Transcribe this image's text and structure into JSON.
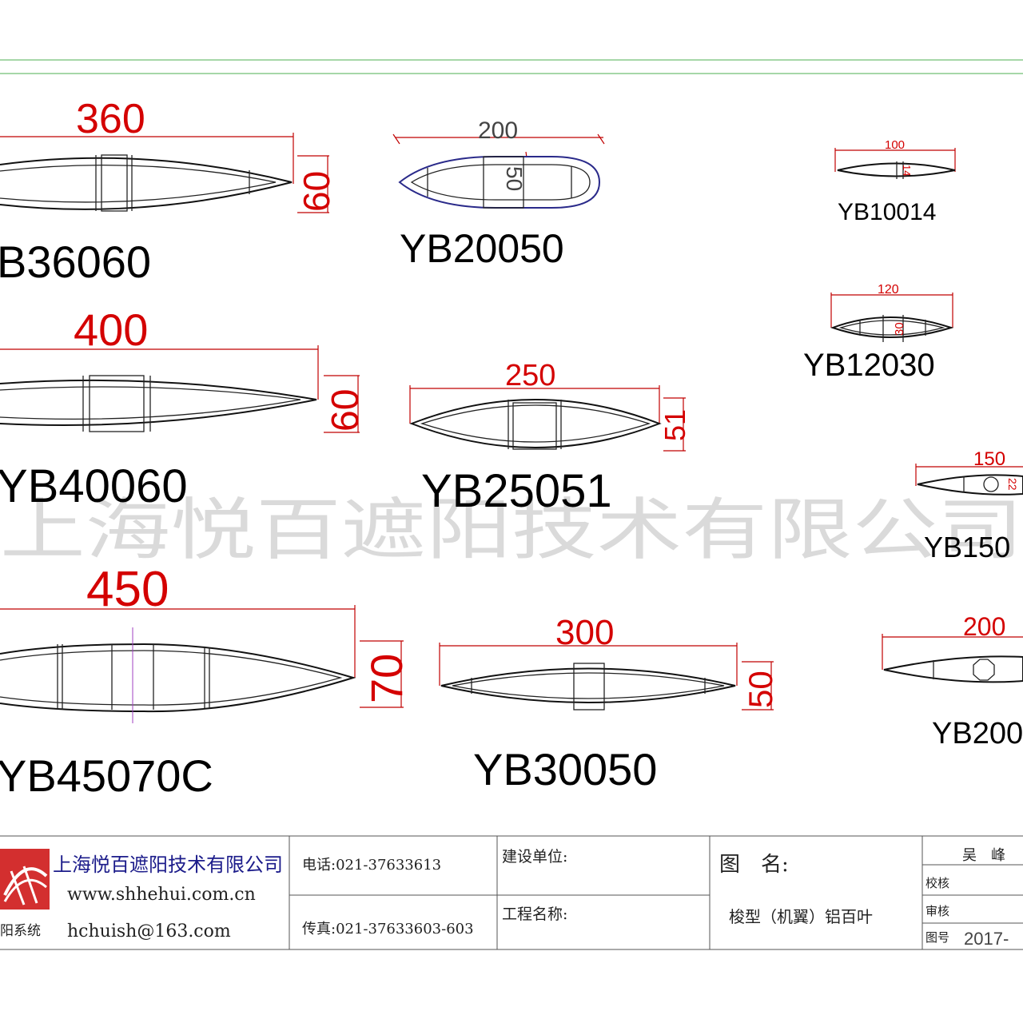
{
  "profiles": [
    {
      "model": "B36060",
      "width": "360",
      "height": "60"
    },
    {
      "model": "YB20050",
      "width": "200",
      "height": "50"
    },
    {
      "model": "YB10014",
      "width": "100",
      "height": "14"
    },
    {
      "model": "YB12030",
      "width": "120",
      "height": "30"
    },
    {
      "model": "YB40060",
      "width": "400",
      "height": "60"
    },
    {
      "model": "YB25051",
      "width": "250",
      "height": "51"
    },
    {
      "model": "YB150",
      "width": "150",
      "height": "22"
    },
    {
      "model": "YB45070C",
      "width": "450",
      "height": "70"
    },
    {
      "model": "YB30050",
      "width": "300",
      "height": "50"
    },
    {
      "model": "YB200",
      "width": "200",
      "height": ""
    }
  ],
  "watermark": "上海悦百遮阳技术有限公司",
  "title_block": {
    "company": "上海悦百遮阳技术有限公司",
    "website": "www.shhehui.com.cn",
    "email": "hchuish@163.com",
    "system": "阳系统",
    "phone": "电话:021-37633613",
    "fax": "传真:021-37633603-603",
    "construction_unit_label": "建设单位:",
    "project_name_label": "工程名称:",
    "drawing_name_label": "图　名:",
    "drawing_name": "梭型（机翼）铝百叶",
    "person": "吴　峰",
    "check_label": "校核",
    "review_label": "审核",
    "drawing_no_label": "图号",
    "drawing_no": "2017-"
  },
  "colors": {
    "dimension": "#d40000",
    "frame": "#4caf50",
    "outline": "#111111",
    "logo": "#d32f2f"
  }
}
